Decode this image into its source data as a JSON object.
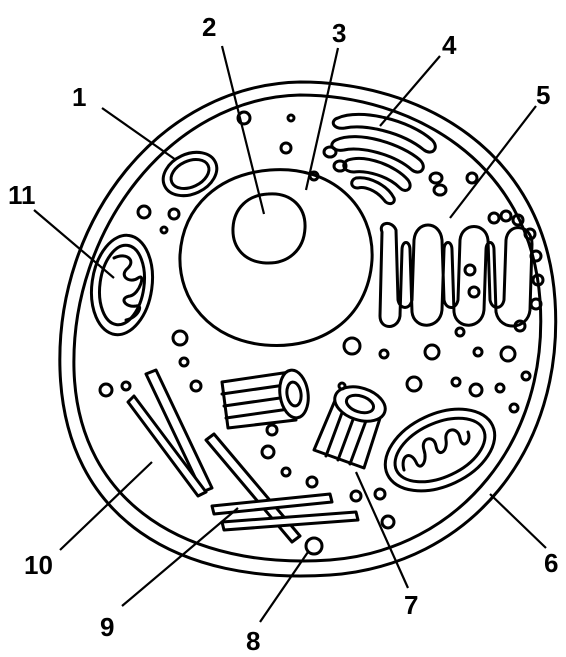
{
  "diagram": {
    "labels": [
      {
        "id": "1",
        "text": "1"
      },
      {
        "id": "2",
        "text": "2"
      },
      {
        "id": "3",
        "text": "3"
      },
      {
        "id": "4",
        "text": "4"
      },
      {
        "id": "5",
        "text": "5"
      },
      {
        "id": "6",
        "text": "6"
      },
      {
        "id": "7",
        "text": "7"
      },
      {
        "id": "8",
        "text": "8"
      },
      {
        "id": "9",
        "text": "9"
      },
      {
        "id": "10",
        "text": "10"
      },
      {
        "id": "11",
        "text": "11"
      }
    ],
    "line_color": "#000000",
    "background": "#ffffff"
  }
}
